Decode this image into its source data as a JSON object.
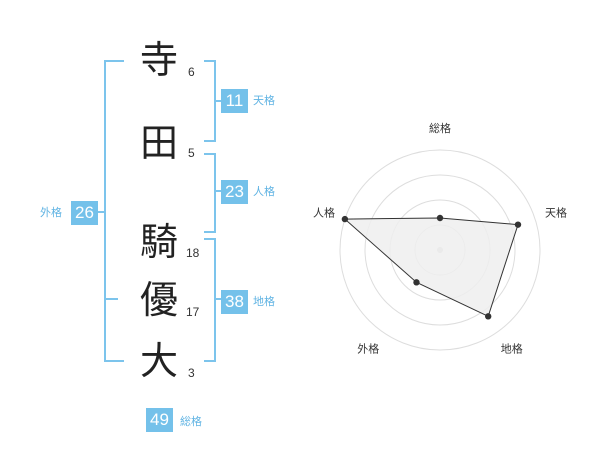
{
  "name": {
    "chars": [
      {
        "char": "寺",
        "strokes": "6"
      },
      {
        "char": "田",
        "strokes": "5"
      },
      {
        "char": "騎",
        "strokes": "18"
      },
      {
        "char": "優",
        "strokes": "17"
      },
      {
        "char": "大",
        "strokes": "3"
      }
    ]
  },
  "scores": {
    "tenkaku": {
      "value": "11",
      "label": "天格"
    },
    "jinkaku": {
      "value": "23",
      "label": "人格"
    },
    "chikaku": {
      "value": "38",
      "label": "地格"
    },
    "gaikaku": {
      "value": "26",
      "label": "外格"
    },
    "soukaku": {
      "value": "49",
      "label": "総格"
    }
  },
  "colors": {
    "accent": "#74c1ea",
    "bracket": "#7cc4ec",
    "polygon_fill": "#eeeeee"
  },
  "chart_data": {
    "type": "radar",
    "axes": [
      "総格",
      "天格",
      "地格",
      "外格",
      "人格"
    ],
    "values": [
      0.32,
      0.82,
      0.82,
      0.4,
      1.0
    ],
    "rings": 4
  }
}
